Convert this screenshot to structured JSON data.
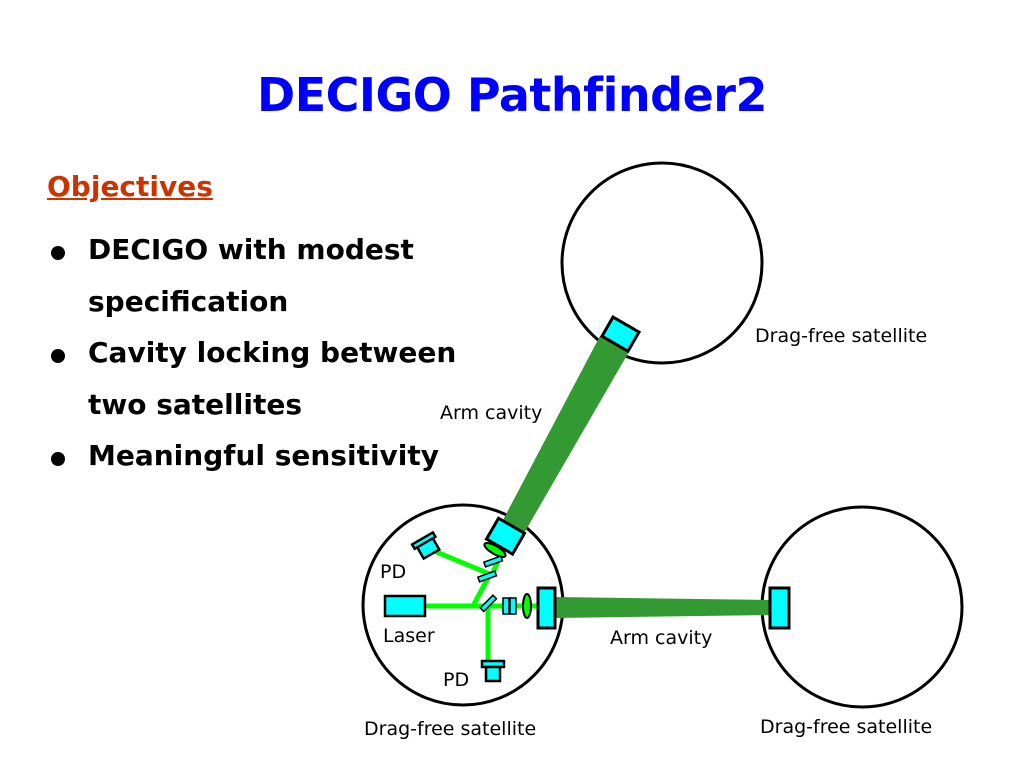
{
  "title": "DECIGO Pathfinder2",
  "objectives_heading": "Objectives",
  "bullets": [
    "DECIGO with modest specification",
    "Cavity locking between two satellites",
    "Meaningful sensitivity"
  ],
  "labels": {
    "drag_free_top": "Drag-free satellite",
    "arm_cavity_top": "Arm cavity",
    "pd_top": "PD",
    "laser": "Laser",
    "pd_bottom": "PD",
    "arm_cavity_bottom": "Arm cavity",
    "drag_free_left": "Drag-free satellite",
    "drag_free_right": "Drag-free satellite"
  },
  "colors": {
    "title": "#0000ff",
    "objectives": "#cc3300",
    "beam_arm": "#339933",
    "beam_internal": "#00ff00",
    "optic": "#00ffff"
  }
}
